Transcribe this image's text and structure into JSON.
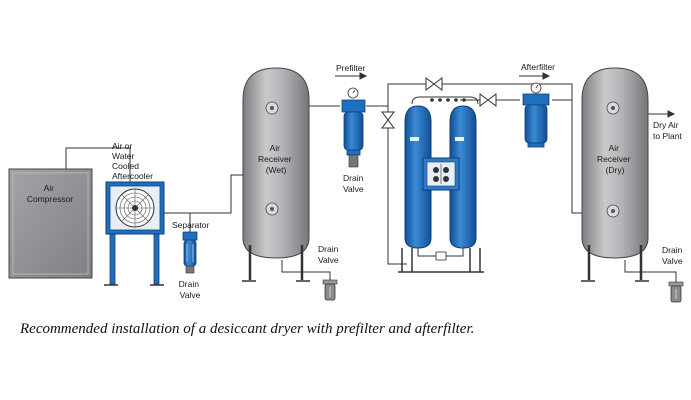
{
  "labels": {
    "air_compressor": [
      "Air",
      "Compressor"
    ],
    "aftercooler": [
      "Air or",
      "Water",
      "Cooled",
      "Aftercooler"
    ],
    "separator": "Separator",
    "drain_valve_separator": [
      "Drain",
      "Valve"
    ],
    "receiver_wet": [
      "Air",
      "Receiver",
      "(Wet)"
    ],
    "drain_valve_wet": [
      "Drain",
      "Valve"
    ],
    "prefilter": "Prefilter",
    "drain_valve_prefilter": [
      "Drain",
      "Valve"
    ],
    "afterfilter": "Afterfilter",
    "receiver_dry": [
      "Air",
      "Receiver",
      "(Dry)"
    ],
    "drain_valve_dry": [
      "Drain",
      "Valve"
    ],
    "dry_air_outlet": [
      "Dry Air",
      "to Plant"
    ]
  },
  "caption": "Recommended installation of a desiccant dryer with prefilter and afterfilter.",
  "colors": {
    "tank_gray": "#a9abae",
    "equipment_blue": "#1f6fc0",
    "line": "#333333",
    "compressor_gray": "#8e8f92"
  }
}
